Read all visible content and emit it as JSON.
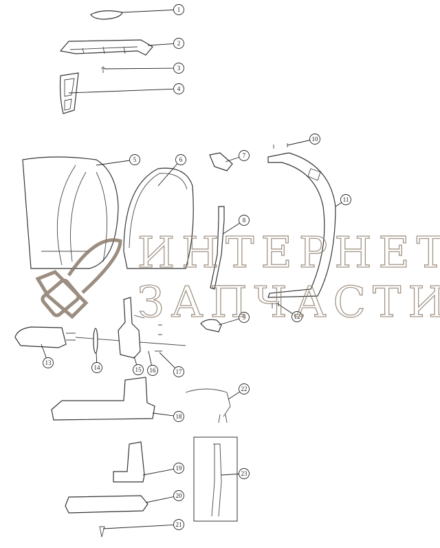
{
  "diagram": {
    "title": "Kettle exploded parts diagram",
    "callouts": [
      "1",
      "2",
      "3",
      "4",
      "5",
      "6",
      "7",
      "8",
      "9",
      "10",
      "11",
      "12",
      "13",
      "14",
      "15",
      "16",
      "17",
      "18",
      "19",
      "20",
      "21",
      "22",
      "23"
    ]
  },
  "watermark": {
    "line1": "ИНТЕРНЕТ-",
    "line2": "ЗАПЧАСТИ",
    "color": "#8a7a6a"
  }
}
